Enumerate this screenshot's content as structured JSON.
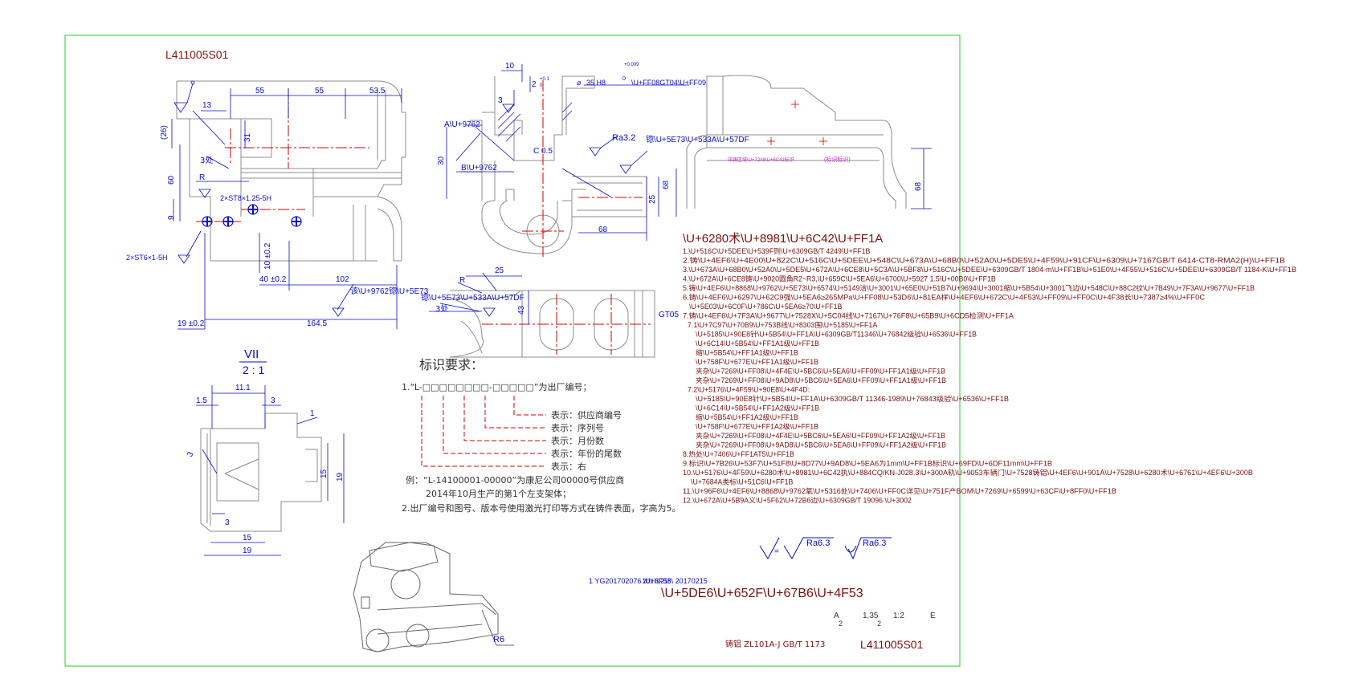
{
  "drawing": {
    "code_top": "L411005S01",
    "code_bottom": "L411005S01",
    "material": "铸铝 ZL101A-J GB/T 1173",
    "title_block": {
      "title_escaped": "\\U+5DE6\\U+652F\\U+67B6\\U+4F53",
      "scale_label": "1:2",
      "row": [
        "A",
        "1.35",
        "1:2",
        "E"
      ],
      "sub": [
        "2",
        "2"
      ],
      "revision_row": "1    YG201702076  \\U+6F58\\ 20170215",
      "revision_stamp": "20170215"
    },
    "front_view": {
      "dims_top": [
        "55",
        "55",
        "53.5"
      ],
      "dim_13": "13",
      "dim_26": "(26)",
      "dim_31": "31",
      "dim_60": "60",
      "dim_9": "9",
      "three_places": "3处",
      "r_label": "R",
      "thread_upper": "2×ST8×1.25-5H",
      "thread_lower": "2×ST6×1-5H",
      "dim_10": "10 ±0.2",
      "dim_40": "40 ±0.2",
      "dim_102": "102",
      "dim_19": "19 ±0.2",
      "dim_164": "164.5",
      "note_callout": "该\\U+9762锪\\U+5E73"
    },
    "section_view": {
      "dim_10": "10",
      "dim_2": "2",
      "tol_small": "+0.009",
      "tol_zero": "0",
      "tol_2a": "+0.1",
      "tol_2b": "0",
      "bore": "35  H8",
      "bore_note": "\\U+FF08GT04\\U+FF09",
      "dim_3": "3",
      "label_a": "A\\U+9762",
      "label_b": "B\\U+9762",
      "chamfer": "C 0.5",
      "dim_30": "30",
      "ra32": "Ra3.2",
      "spot_face": "锪\\U+5E73\\U+533A\\U+57DF",
      "dim_68": "68",
      "dim_68b": "68",
      "dim_25": "25"
    },
    "bottom_view": {
      "r": "R",
      "dim_25": "25",
      "spot_face": "锪\\U+5E73\\U+533A\\U+57DF",
      "three_places": "3处",
      "dim_43": "43",
      "gt05": "GT05"
    },
    "side_view": {
      "dim_68": "68",
      "label_mag_a": "压铸区域\\U+7248\\U+6C42标识",
      "label_mag_b": "(标识标识)"
    },
    "detail_view": {
      "title": "VII",
      "scale": "2 : 1",
      "dims": [
        "1.5",
        "11.1",
        "3",
        "1",
        "3",
        "15",
        "19",
        "3",
        "15",
        "19"
      ]
    },
    "identification": {
      "heading": "标识要求：",
      "line1": "1.“L-□□□□□□□□-□□□□□”为出厂编号；",
      "legend": [
        "表示：供应商编号",
        "表示：序列号",
        "表示：月份数",
        "表示：年份的尾数",
        "表示：右"
      ],
      "example1": "例：“L-14100001-00000”为康尼公司00000号供应商",
      "example2": "2014年10月生产的第1个左支架体；",
      "line2": "2.出厂编号和图号、版本号使用激光打印等方式在铸件表面，字高为5。"
    },
    "tech_title": "\\U+6280术\\U+8981\\U+6C42\\U+FF1A",
    "tech_lines": [
      "1.\\U+516C\\U+5DEE\\U+539F则\\U+6309GB/T 4249\\U+FF1B",
      "2.铸\\U+4EF6\\U+4E00\\U+822C\\U+516C\\U+5DEE\\U+548C\\U+673A\\U+68B0\\U+52A0\\U+5DE5\\U+4F59\\U+91CF\\U+6309\\U+7167GB/T 6414-CT8-RMA2(H)\\U+FF1B",
      "3.\\U+673A\\U+68B0\\U+52A0\\U+5DE5\\U+672A\\U+6CE8\\U+5C3A\\U+5BF8\\U+516C\\U+5DEE\\U+6309GB/T 1804-m\\U+FF1B\\U+51E0\\U+4F55\\U+516C\\U+5DEE\\U+6309GB/T 1184-K\\U+FF1B",
      "4.\\U+672A\\U+6CE8铸\\U+9020圆角R2~R3,\\U+659C\\U+5EA6\\U+6700\\U+5927 1.5\\U+00B0\\U+FF1B",
      "5.铸\\U+4EF6\\U+8868\\U+9762\\U+5E73\\U+6574\\U+5149洁\\U+3001\\U+65E0\\U+51B7\\U+9694\\U+3001缩\\U+5B54\\U+3001飞边\\U+548C\\U+88C2纹\\U+7B49\\U+7F3A\\U+9677\\U+FF1B",
      "6.铸\\U+4EF6\\U+6297\\U+62C9强\\U+5EA6≥265MPa\\U+FF08\\U+53D6\\U+81EA样\\U+4EF6\\U+672C\\U+4F53\\U+FF09\\U+FF0C\\U+4F38长\\U+7387≥4%\\U+FF0C",
      "\\U+5E03\\U+6C0F\\U+786C\\U+5EA6≥70\\U+FF1B",
      "7.铸\\U+4EF6\\U+7F3A\\U+9677\\U+7528X\\U+5C04线\\U+7167\\U+76F8\\U+65B9\\U+6CD5检测\\U+FF1A",
      "7.1\\U+7C97\\U+70B9\\U+753B线\\U+8303围\\U+5185\\U+FF1A",
      "\\U+5185\\U+90E8针\\U+5B54\\U+FF1A\\U+6309GB/T11346\\U+76842级验\\U+6536\\U+FF1B",
      "\\U+6C14\\U+5B54\\U+FF1A1级\\U+FF1B",
      "缩\\U+5B54\\U+FF1A1级\\U+FF1B",
      "\\U+758F\\U+677E\\U+FF1A1级\\U+FF1B",
      "夹杂\\U+7269\\U+FF08\\U+4F4E\\U+5BC6\\U+5EA6\\U+FF09\\U+FF1A1级\\U+FF1B",
      "夹杂\\U+7269\\U+FF08\\U+9AD8\\U+5BC6\\U+5EA6\\U+FF09\\U+FF1A1级\\U+FF1B",
      "7.2\\U+5176\\U+4F59\\U+90E8\\U+4F4D:",
      "\\U+5185\\U+90E8针\\U+5B54\\U+FF1A\\U+6309GB/T 11346-1989\\U+76843级验\\U+6536\\U+FF1B",
      "\\U+6C14\\U+5B54\\U+FF1A2级\\U+FF1B",
      "缩\\U+5B54\\U+FF1A2级\\U+FF1B",
      "\\U+758F\\U+677E\\U+FF1A2级\\U+FF1B",
      "夹杂\\U+7269\\U+FF08\\U+4F4E\\U+5BC6\\U+5EA6\\U+FF09\\U+FF1A2级\\U+FF1B",
      "夹杂\\U+7269\\U+FF08\\U+9AD8\\U+5BC6\\U+5EA6\\U+FF09\\U+FF1A2级\\U+FF1B",
      "8.热处\\U+7406\\U+FF1AT5\\U+FF1B",
      "9.标识\\U+7B26\\U+53F7\\U+51F8\\U+8D77\\U+9AD8\\U+5EA6为1mm\\U+FF1B标识\\U+69FD\\U+6DF11mm\\U+FF1B",
      "10.\\U+5176\\U+4F59\\U+6280术\\U+8981\\U+6C42执\\U+884CQ/KN-J028.3\\U+300A轨\\U+9053车辆门\\U+7528铸铝\\U+4EF6\\U+901A\\U+7528\\U+6280术\\U+6761\\U+4EF6\\U+300B",
      "\\U+7684A类标\\U+51C6\\U+FF1B",
      "11.\\U+96F6\\U+4EF6\\U+8868\\U+9762氧\\U+5316处\\U+7406\\U+FF0C详见\\U+751F产BOM\\U+7269\\U+6599\\U+63CF\\U+8FF0\\U+FF1B",
      "12.\\U+672A\\U+5B9A义\\U+5F62\\U+72B6边\\U+6309GB/T 19096    \\U+3002"
    ],
    "roughness": {
      "a": "Ra6.3",
      "b": "Ra6.3",
      "eq": "="
    },
    "r6": "R6",
    "colors": {
      "frame": "#22cc22",
      "blue": "#0a0ad0",
      "red": "#d00000",
      "note": "#7a0f0f",
      "magenta": "#d020d0",
      "part": "#8c8c8c"
    }
  }
}
